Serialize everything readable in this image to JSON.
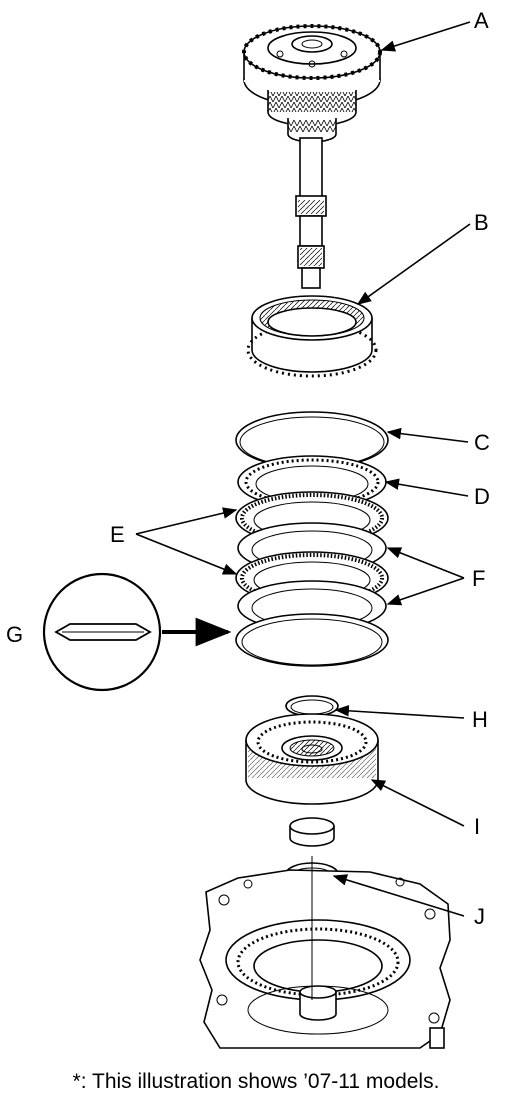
{
  "callouts": {
    "a": "A",
    "b": "B",
    "c": "C",
    "d": "D",
    "e": "E",
    "f": "F",
    "g": "G",
    "h": "H",
    "i": "I",
    "j": "J"
  },
  "footnote": "*: This illustration shows ’07-11 models."
}
